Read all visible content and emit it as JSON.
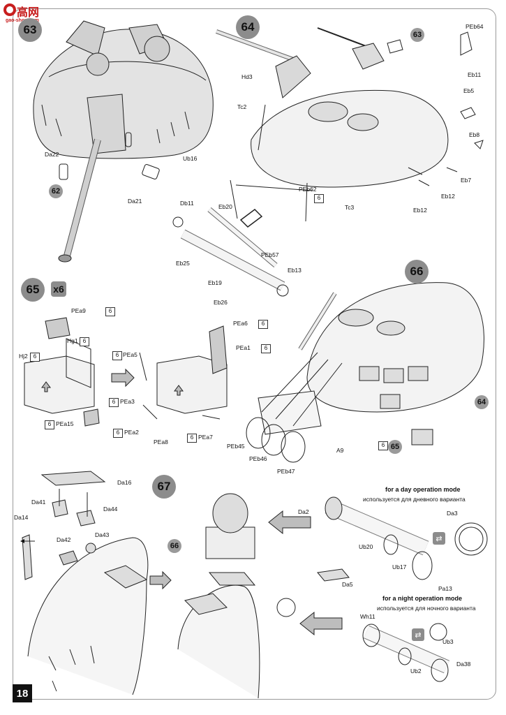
{
  "page": {
    "number": "18"
  },
  "watermark": {
    "text": "高网",
    "sub": "gao-shou.com"
  },
  "steps": {
    "s63_cut": "63",
    "s64": "64",
    "s65": "65",
    "s66": "66",
    "s67": "67"
  },
  "refs": {
    "r63": "63",
    "r62": "62",
    "r64": "64",
    "r65": "65",
    "r66": "66"
  },
  "multiplier": "x6",
  "etched_mark": "6",
  "labels": {
    "da22": "Da22",
    "ub16": "Ub16",
    "da21": "Da21",
    "hd3": "Hd3",
    "tc2": "Tc2",
    "peb62": "PEb62",
    "tc3": "Tc3",
    "peb64": "PEb64",
    "eb11": "Eb11",
    "eb5": "Eb5",
    "eb8": "Eb8",
    "eb7": "Eb7",
    "eb12a": "Eb12",
    "eb12b": "Eb12",
    "db11": "Db11",
    "eb20": "Eb20",
    "eb25": "Eb25",
    "peb57": "PEb57",
    "eb13": "Eb13",
    "eb19": "Eb19",
    "eb26": "Eb26",
    "pea9": "PEa9",
    "hg1": "Hg1",
    "hj2": "Hj2",
    "pea5": "PEa5",
    "pea3": "PEa3",
    "pea15": "PEa15",
    "pea2": "PEa2",
    "pea8": "PEa8",
    "pea6": "PEa6",
    "pea1": "PEa1",
    "pea7": "PEa7",
    "peb45": "PEb45",
    "peb46": "PEb46",
    "peb47": "PEb47",
    "a9": "A9",
    "da16": "Da16",
    "da41": "Da41",
    "da44": "Da44",
    "da14": "Da14",
    "da42": "Da42",
    "da43": "Da43",
    "da2": "Da2",
    "da3": "Da3",
    "ub20": "Ub20",
    "ub17": "Ub17",
    "da5": "Da5",
    "pa13": "Pa13",
    "wh11": "Wh11",
    "ub3": "Ub3",
    "ub2": "Ub2",
    "da38": "Da38"
  },
  "modes": {
    "day_en": "for a day operation mode",
    "day_ru": "используется для дневного варианта",
    "night_en": "for a night operation mode",
    "night_ru": "используется для ночного варианта"
  }
}
